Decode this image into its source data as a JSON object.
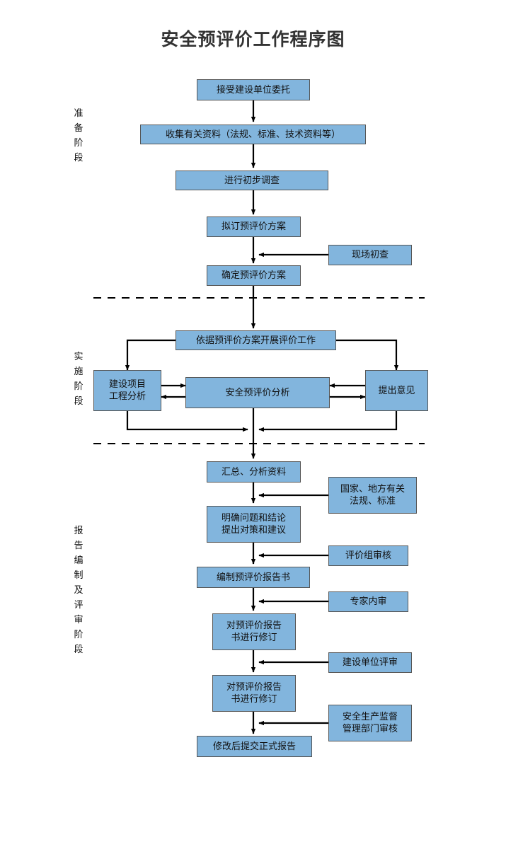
{
  "title": "安全预评价工作程序图",
  "colors": {
    "node_fill": "#82B5DD",
    "node_border": "#555555",
    "line": "#000000",
    "title": "#333333",
    "background": "#FFFFFF"
  },
  "stage_labels": [
    {
      "id": "preparation",
      "text": "准\n备\n阶\n段"
    },
    {
      "id": "implementation",
      "text": "实\n施\n阶\n段"
    },
    {
      "id": "reporting",
      "text": "报\n告\n编\n制\n及\n评\n审\n阶\n段"
    }
  ],
  "nodes": {
    "accept_commission": "接受建设单位委托",
    "collect_materials": "收集有关资料（法规、标准、技术资料等）",
    "preliminary_survey": "进行初步调查",
    "draft_plan": "拟订预评价方案",
    "site_inspection": "现场初查",
    "confirm_plan": "确定预评价方案",
    "carry_out_evaluation": "依据预评价方案开展评价工作",
    "project_engineering_analysis": "建设项目\n工程分析",
    "safety_pre_evaluation_analysis": "安全预评价分析",
    "put_forward_opinions": "提出意见",
    "summarize_analyze": "汇总、分析资料",
    "clarify_problems": "明确问题和结论\n提出对策和建议",
    "national_local_regulations": "国家、地方有关\n法规、标准",
    "compile_report": "编制预评价报告书",
    "evaluation_group_review": "评价组审核",
    "revise_report_1": "对预评价报告\n书进行修订",
    "expert_internal_review": "专家内审",
    "revise_report_2": "对预评价报告\n书进行修订",
    "construction_unit_review": "建设单位评审",
    "submit_formal_report": "修改后提交正式报告",
    "safety_supervision_review": "安全生产监督\n管理部门审核"
  },
  "chart_data": {
    "type": "diagram",
    "title": "安全预评价工作程序图",
    "orientation": "top-to-bottom flowchart with three swimlane stages separated by dashed horizontal lines",
    "stages": [
      {
        "name": "准备阶段",
        "steps": [
          "接受建设单位委托",
          "收集有关资料（法规、标准、技术资料等）",
          "进行初步调查",
          "拟订预评价方案",
          "确定预评价方案"
        ],
        "side_inputs": [
          {
            "from": "现场初查",
            "into": "确定预评价方案"
          }
        ]
      },
      {
        "name": "实施阶段",
        "steps": [
          "依据预评价方案开展评价工作",
          "建设项目工程分析",
          "安全预评价分析",
          "提出意见"
        ],
        "relations": [
          "依据预评价方案开展评价工作 → 建设项目工程分析",
          "依据预评价方案开展评价工作 → 提出意见",
          "建设项目工程分析 ↔ 安全预评价分析",
          "安全预评价分析 ↔ 提出意见",
          "建设项目工程分析 → 汇总、分析资料",
          "提出意见 → 汇总、分析资料"
        ]
      },
      {
        "name": "报告编制及评审阶段",
        "steps": [
          "汇总、分析资料",
          "明确问题和结论提出对策和建议",
          "编制预评价报告书",
          "对预评价报告书进行修订",
          "对预评价报告书进行修订",
          "修改后提交正式报告"
        ],
        "side_inputs": [
          {
            "from": "国家、地方有关法规、标准",
            "into": "明确问题和结论提出对策和建议"
          },
          {
            "from": "评价组审核",
            "into": "编制预评价报告书"
          },
          {
            "from": "专家内审",
            "into": "对预评价报告书进行修订"
          },
          {
            "from": "建设单位评审",
            "into": "对预评价报告书进行修订"
          },
          {
            "from": "安全生产监督管理部门审核",
            "into": "修改后提交正式报告"
          }
        ]
      }
    ]
  }
}
